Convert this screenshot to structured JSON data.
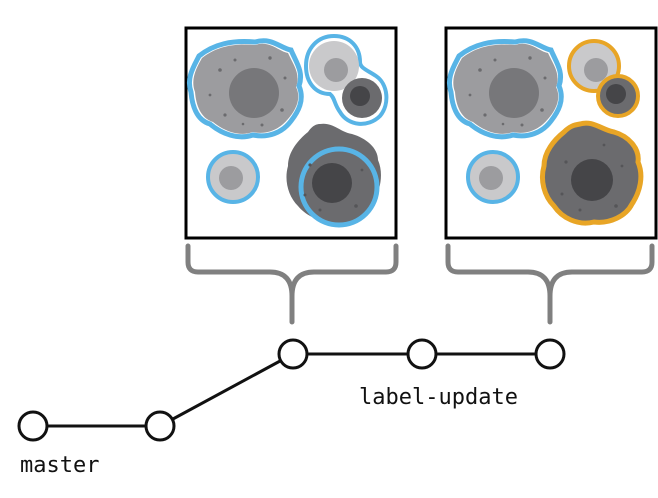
{
  "diagram": {
    "branches": [
      {
        "name": "master"
      },
      {
        "name": "label-update"
      }
    ],
    "commits_total": 5,
    "panels": [
      {
        "id": "before",
        "outline_color": "#58b4e6"
      },
      {
        "id": "after",
        "outline_color": "#e8a526"
      }
    ],
    "colors": {
      "line": "#111111",
      "bracket": "#808080",
      "cell_light": "#c9c9cb",
      "cell_mid": "#9c9c9f",
      "cell_dark": "#6b6b6e",
      "nucleus": "#454548"
    }
  }
}
